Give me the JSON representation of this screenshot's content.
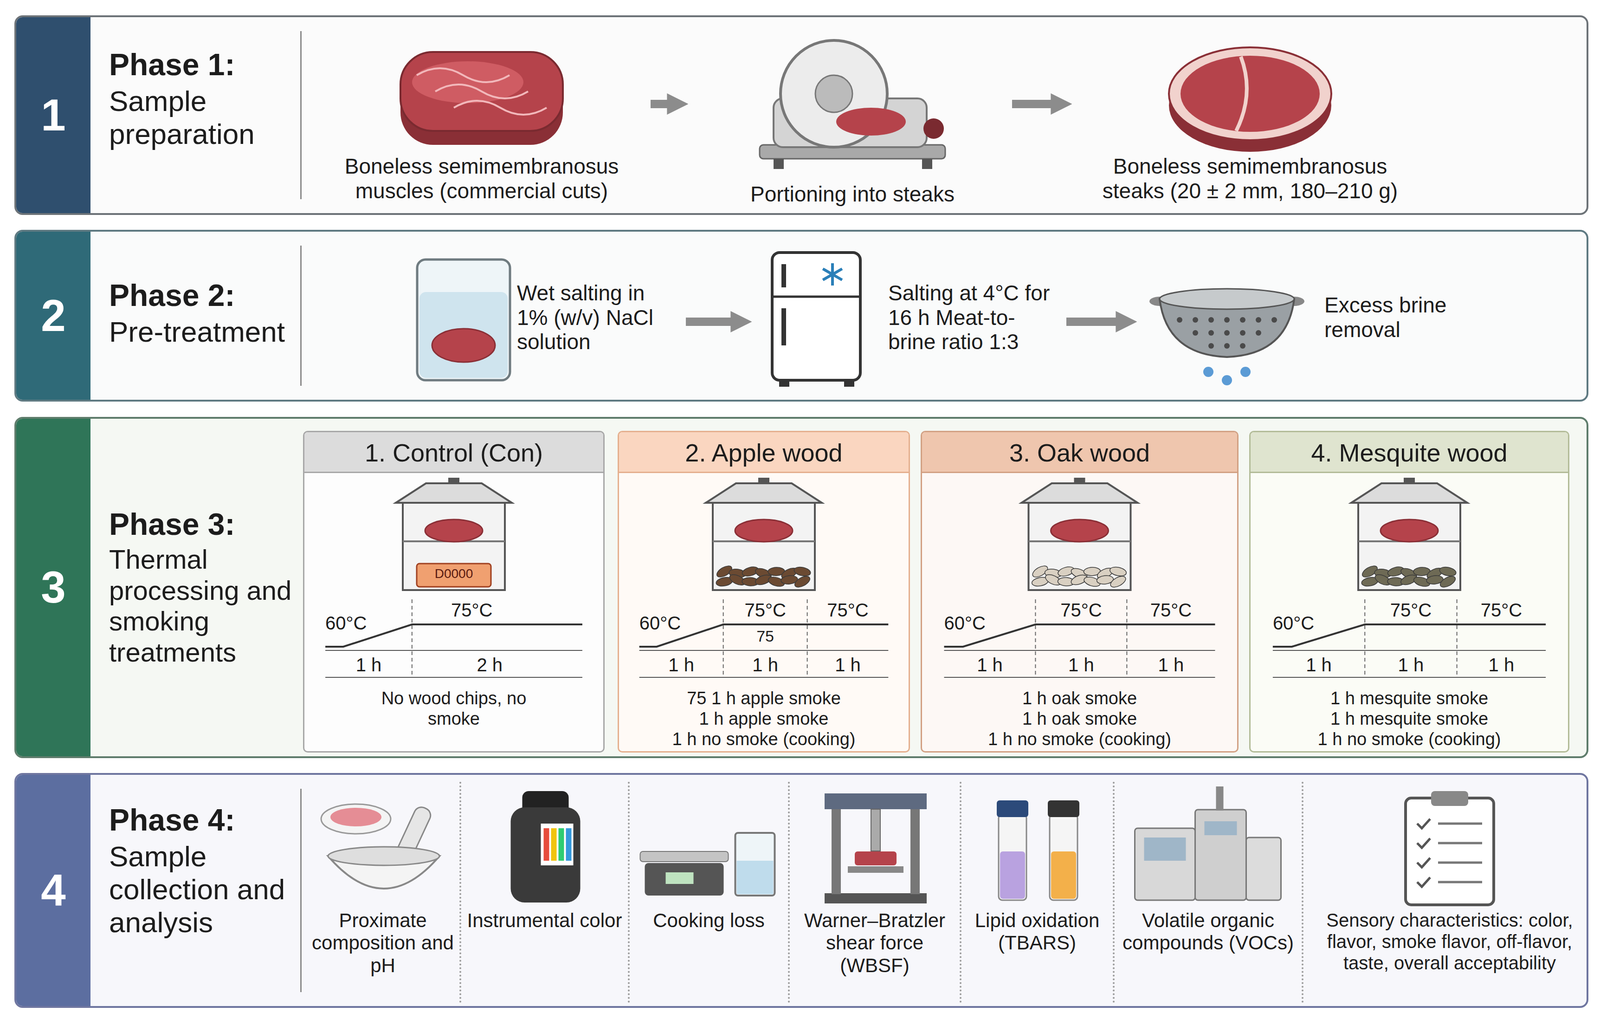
{
  "diagram": {
    "nodes": [
      {
        "text": [
          "1",
          "Phase 1:",
          "Sample preparation"
        ]
      },
      {
        "text": [
          "Boneless semimembranosus muscles (commercial cuts)"
        ],
        "in": 0
      },
      {
        "text": [
          "Portioning into steaks"
        ],
        "in": 0
      },
      {
        "text": [
          "Boneless semimembranosus steaks (20 ± 2 mm, 180–210 g)"
        ],
        "in": 0
      },
      {
        "text": [
          "2",
          "Phase 2:",
          "Pre-treatment"
        ]
      },
      {
        "text": [
          "Wet salting in 1% (w/v) NaCl solution"
        ],
        "in": 4
      },
      {
        "text": [
          "Salting at 4°C for 16 h Meat-to-brine ratio 1:3"
        ],
        "in": 4
      },
      {
        "text": [
          "Excess brine removal"
        ],
        "in": 4
      },
      {
        "text": [
          "3",
          "Phase 3:",
          "Thermal processing and smoking treatments"
        ]
      },
      {
        "text": [
          "1. Control (Con)",
          "D0000",
          "60°C",
          "75°C",
          "1 h",
          "2 h",
          "No wood chips, no smoke"
        ],
        "in": 8
      },
      {
        "text": [
          "2. Apple wood",
          "60°C",
          "75°C",
          "75°C",
          "75",
          "1 h",
          "1 h",
          "1 h",
          "75 1 h apple smoke",
          "1 h apple smoke",
          "1 h no smoke (cooking)"
        ],
        "in": 8
      },
      {
        "text": [
          "3. Oak wood",
          "60°C",
          "75°C",
          "75°C",
          "1 h",
          "1 h",
          "1 h",
          "1 h oak smoke",
          "1 h oak smoke",
          "1 h no smoke (cooking)"
        ],
        "in": 8
      },
      {
        "text": [
          "4. Mesquite wood",
          "60°C",
          "75°C",
          "75°C",
          "1 h",
          "1 h",
          "1 h",
          "1 h mesquite smoke",
          "1 h mesquite smoke",
          "1 h no smoke (cooking)"
        ],
        "in": 8
      },
      {
        "text": [
          "4",
          "Phase 4:",
          "Sample collection and analysis"
        ]
      },
      {
        "text": [
          "Proximate composition and pH"
        ],
        "in": 13
      },
      {
        "text": [
          "Instrumental color"
        ],
        "in": 13
      },
      {
        "text": [
          "Cooking loss"
        ],
        "in": 13
      },
      {
        "text": [
          "Warner–Bratzler shear force (WBSF)"
        ],
        "in": 13
      },
      {
        "text": [
          "Lipid oxidation (TBARS)"
        ],
        "in": 13
      },
      {
        "text": [
          "Volatile organic compounds (VOCs)"
        ],
        "in": 13
      },
      {
        "text": [
          "Sensory characteristics: color, flavor, smoke flavor, off-flavor, taste, overall acceptability"
        ],
        "in": 13
      }
    ],
    "edges": [
      {
        "from": 1,
        "to": 2,
        "arrow": "to"
      },
      {
        "from": 2,
        "to": 3,
        "arrow": "to"
      },
      {
        "from": 5,
        "to": 6,
        "arrow": "to"
      },
      {
        "from": 6,
        "to": 7,
        "arrow": "to"
      }
    ]
  }
}
